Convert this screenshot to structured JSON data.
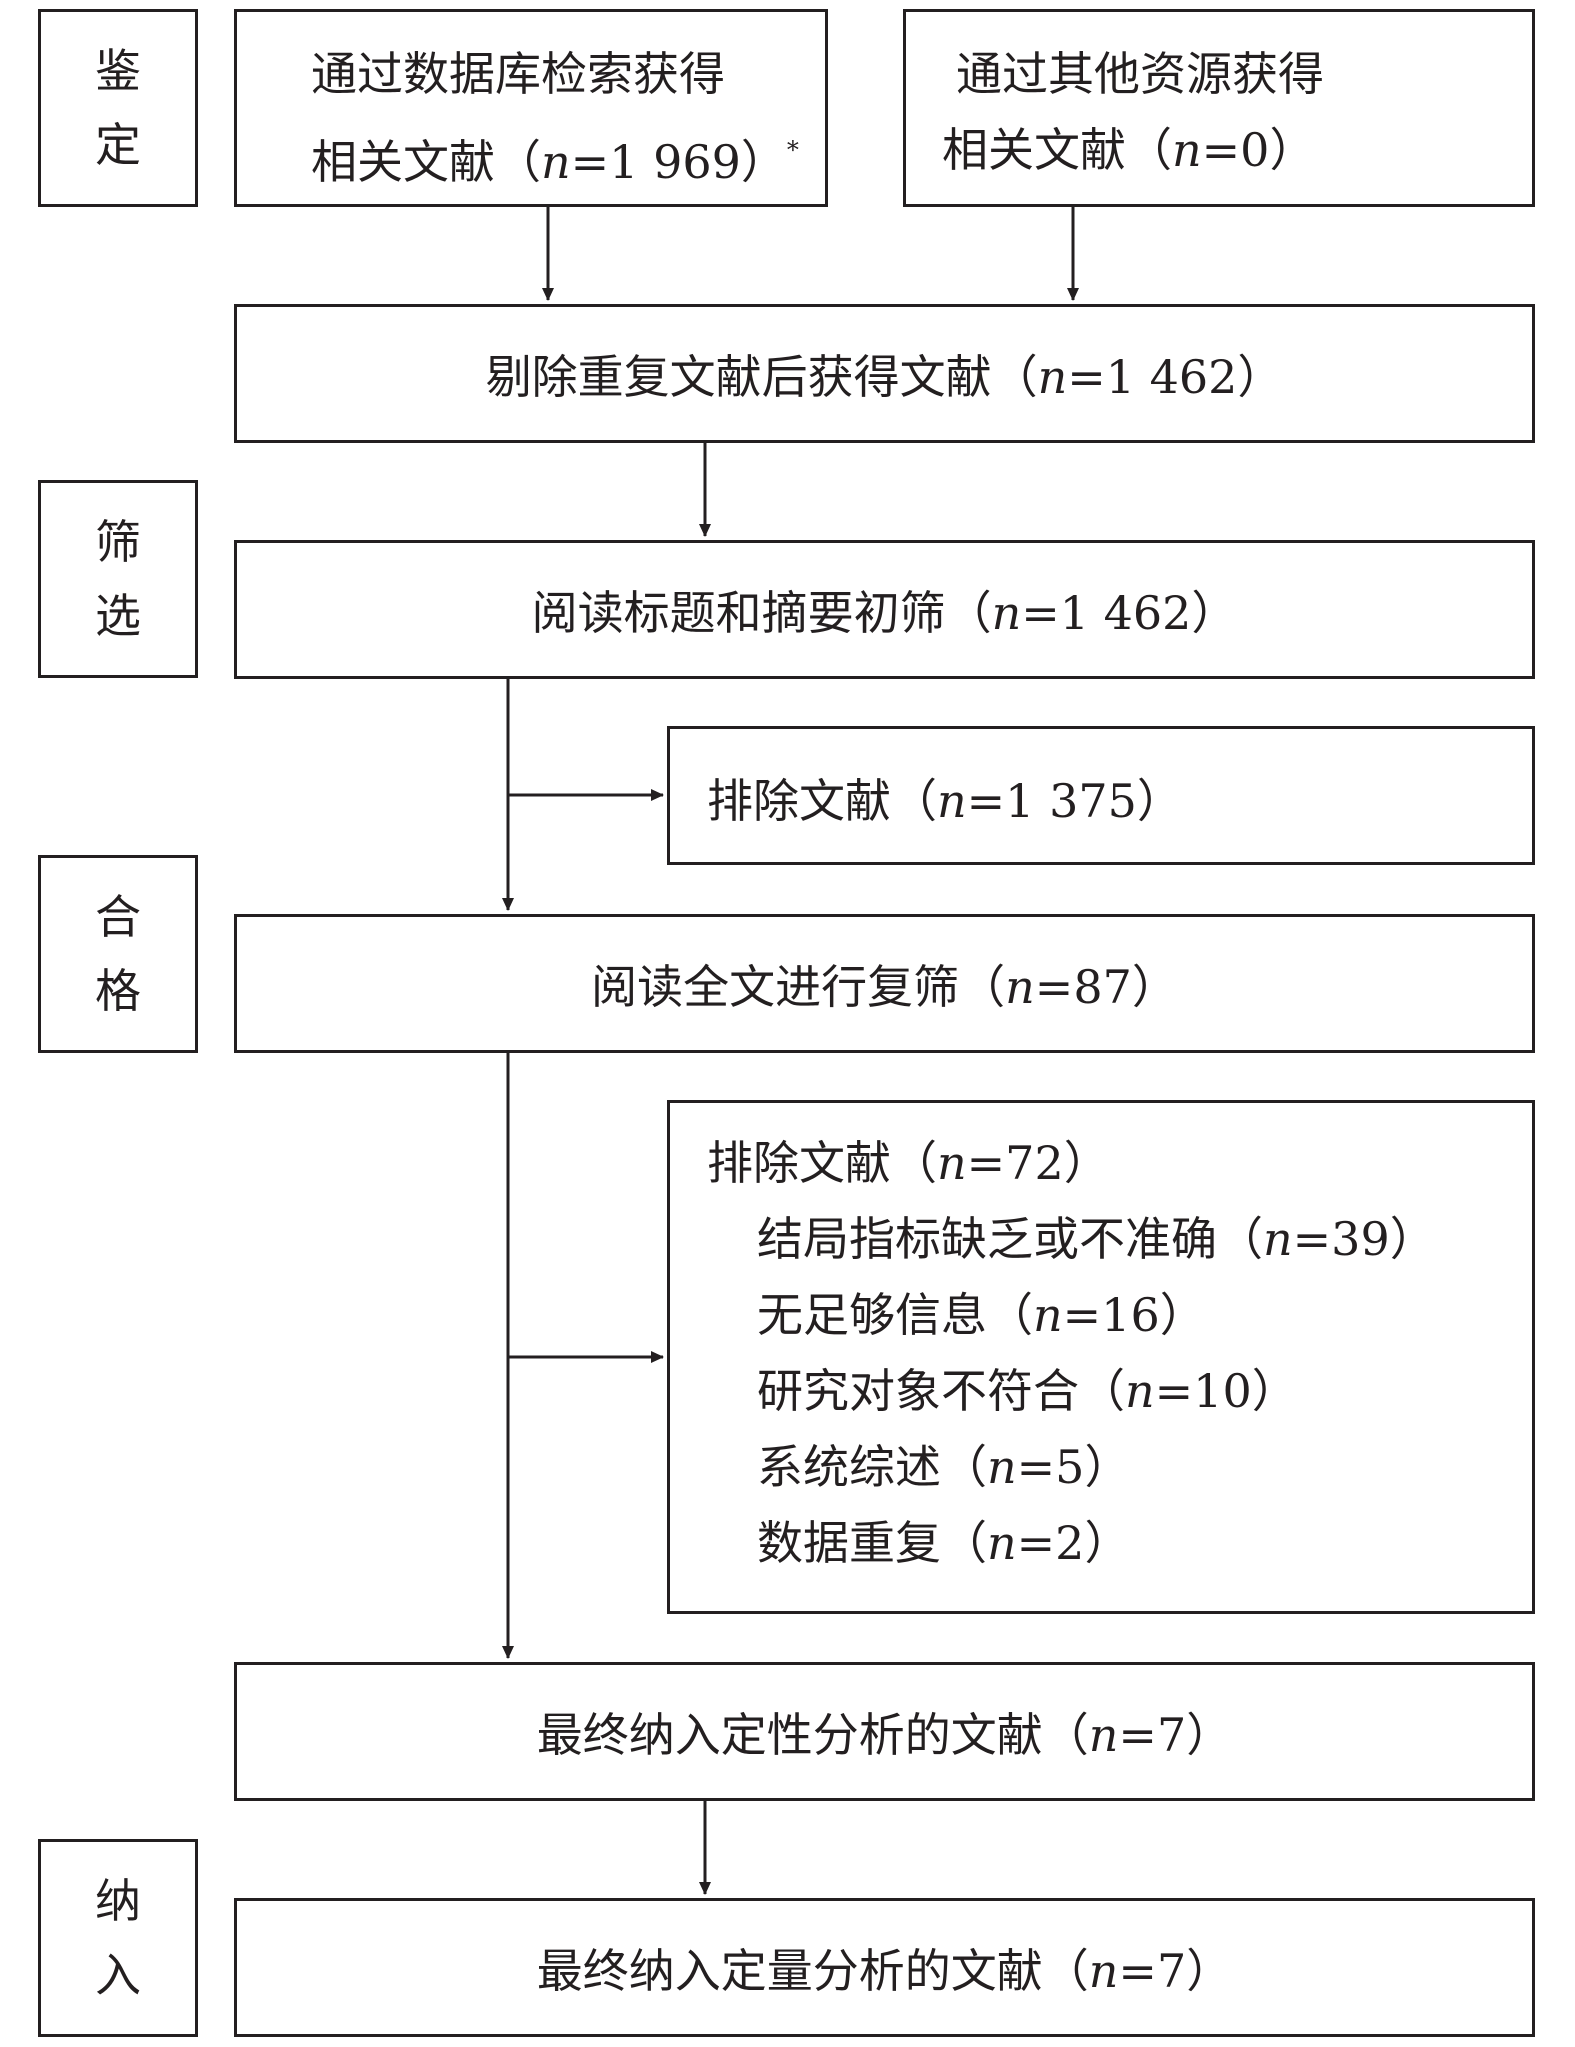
{
  "stages": {
    "identification": [
      "鉴",
      "定"
    ],
    "screening": [
      "筛",
      "选"
    ],
    "eligibility": [
      "合",
      "格"
    ],
    "included": [
      "纳",
      "入"
    ]
  },
  "boxes": {
    "database": {
      "line1": "通过数据库检索获得",
      "line2_pre": "相关文献（",
      "n_var": "n",
      "line2_val": "=1 969）",
      "note": "*"
    },
    "other": {
      "line1": "通过其他资源获得",
      "line2_pre": "相关文献（",
      "n_var": "n",
      "line2_val": "=0）"
    },
    "dedup": {
      "pre": "剔除重复文献后获得文献（",
      "n_var": "n",
      "val": "=1 462）"
    },
    "title_abstract": {
      "pre": "阅读标题和摘要初筛（",
      "n_var": "n",
      "val": "=1 462）"
    },
    "excluded1": {
      "pre": "排除文献（",
      "n_var": "n",
      "val": "=1 375）"
    },
    "fulltext": {
      "pre": "阅读全文进行复筛（",
      "n_var": "n",
      "val": "=87）"
    },
    "excluded2": {
      "head_pre": "排除文献（",
      "n_var": "n",
      "head_val": "=72）",
      "items": [
        {
          "pre": "结局指标缺乏或不准确（",
          "val": "=39）"
        },
        {
          "pre": "无足够信息（",
          "val": "=16）"
        },
        {
          "pre": "研究对象不符合（",
          "val": "=10）"
        },
        {
          "pre": "系统综述（",
          "val": "=5）"
        },
        {
          "pre": "数据重复（",
          "val": "=2）"
        }
      ]
    },
    "qualitative": {
      "pre": "最终纳入定性分析的文献（",
      "n_var": "n",
      "val": "=7）"
    },
    "quantitative": {
      "pre": "最终纳入定量分析的文献（",
      "n_var": "n",
      "val": "=7）"
    }
  }
}
